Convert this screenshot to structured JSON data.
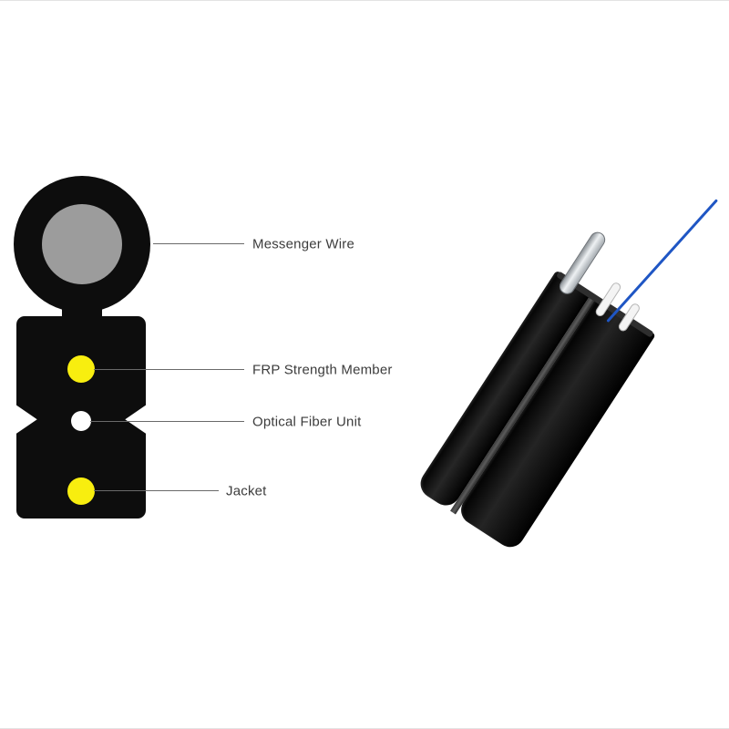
{
  "figure": {
    "type": "fiber-optic-drop-cable-diagram",
    "labels": [
      {
        "text": "Messenger Wire"
      },
      {
        "text": "FRP Strength Member"
      },
      {
        "text": "Optical Fiber Unit"
      },
      {
        "text": "Jacket"
      }
    ],
    "colors": {
      "jacket_black": "#0d0d0d",
      "messenger_steel_gray": "#9c9c9c",
      "frp_yellow": "#f8ee0f",
      "fiber_unit_white": "#ffffff",
      "optical_fiber_blue": "#1f56c4",
      "label_text": "#3c3c3c",
      "leader_line": "#6a6a6a",
      "background": "#ffffff"
    }
  }
}
